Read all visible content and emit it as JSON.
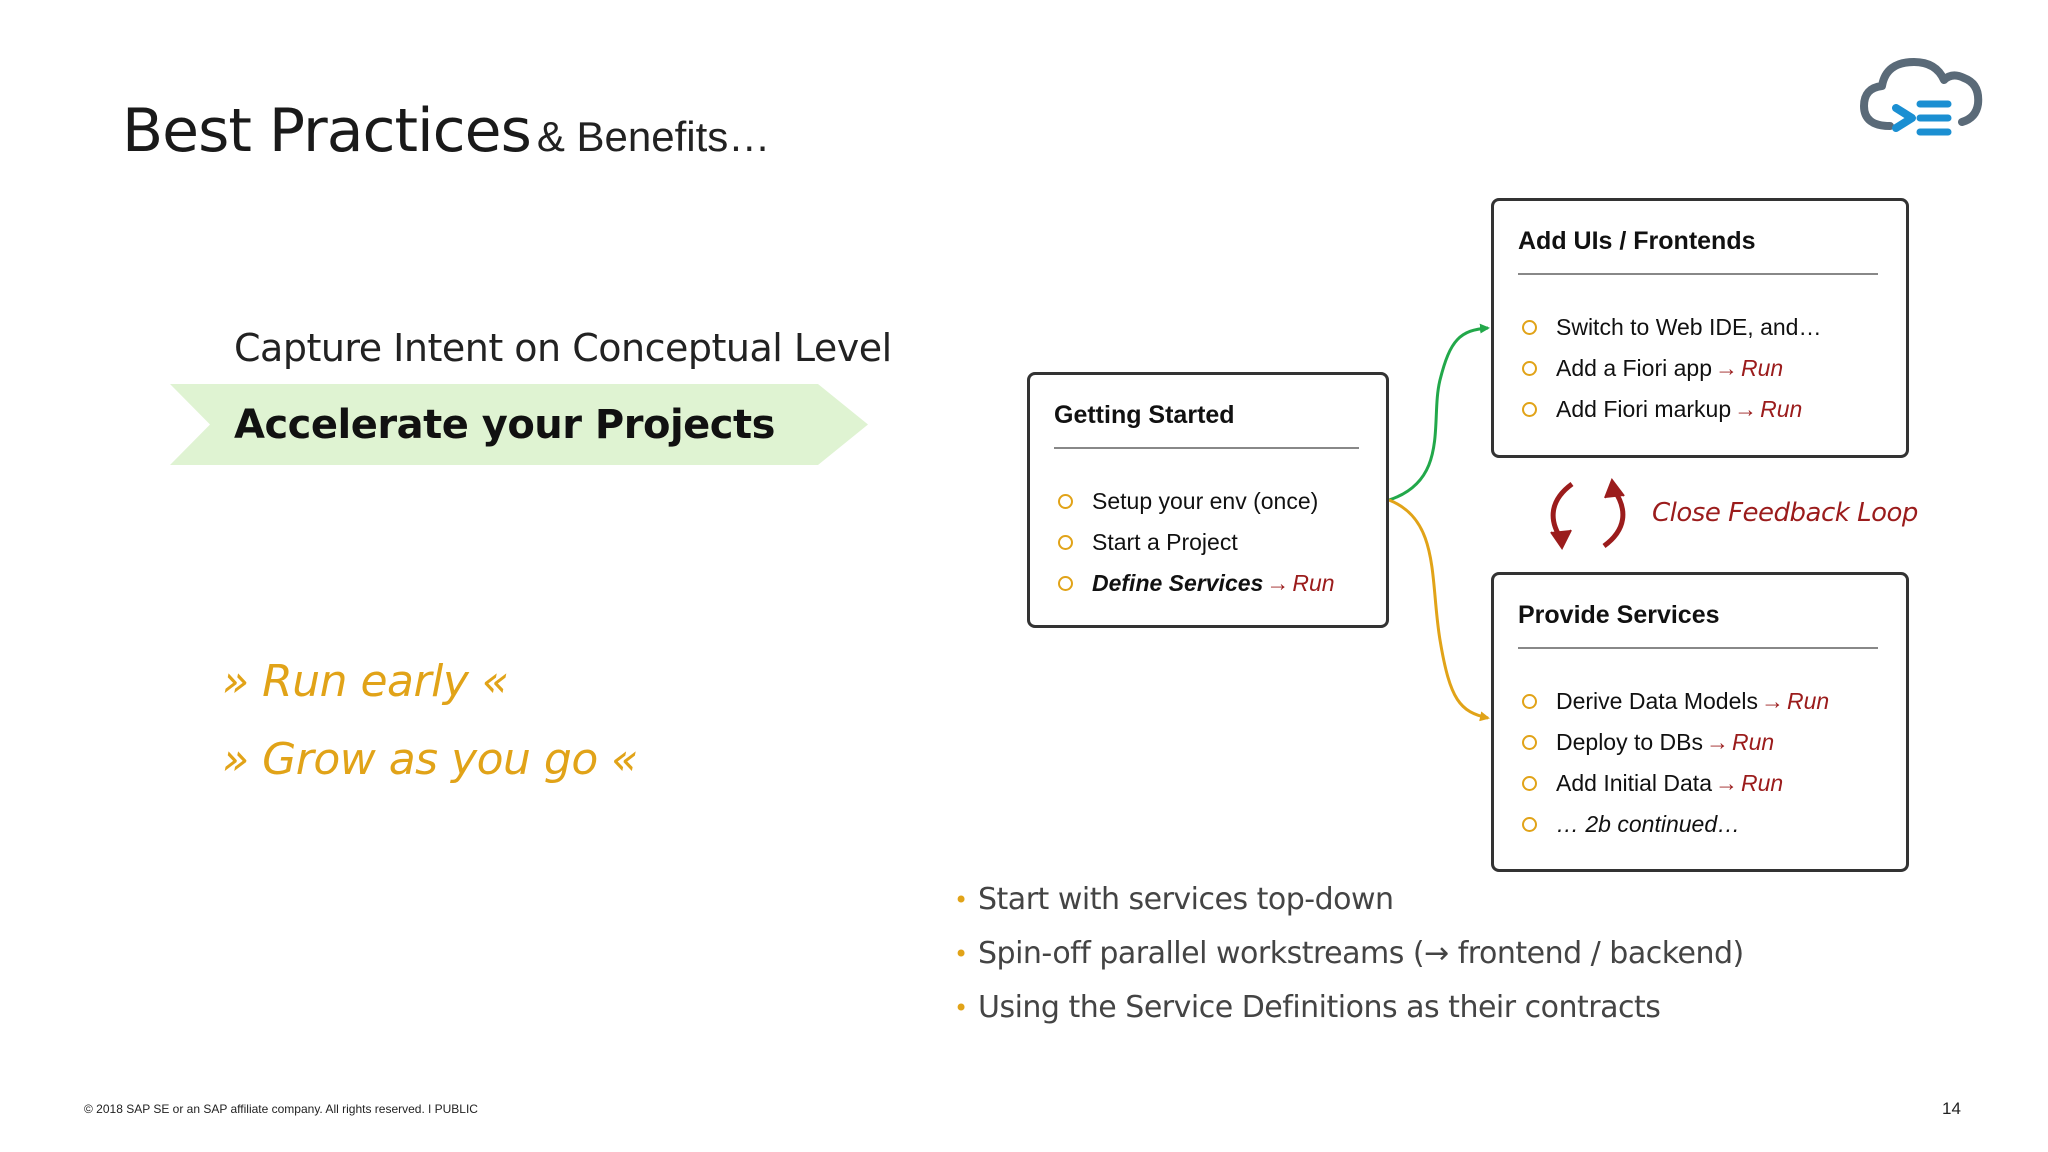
{
  "slide": {
    "title_main": "Best Practices",
    "title_sub": "& Benefits…",
    "capture_text": "Capture Intent on Conceptual Level",
    "accelerate_text": "Accelerate your Projects",
    "motto": [
      "» Run early «",
      "» Grow as you go «"
    ],
    "feedback_loop": "Close Feedback Loop",
    "arrow_glyph": "→",
    "run_label": "Run"
  },
  "getting_started": {
    "title": "Getting Started",
    "items": [
      "Setup your env (once)",
      "Start a Project",
      "Define Services"
    ]
  },
  "add_uis": {
    "title": "Add UIs / Frontends",
    "items": [
      "Switch to Web IDE, and…",
      "Add a Fiori app",
      "Add Fiori markup"
    ]
  },
  "provide_services": {
    "title": "Provide Services",
    "items": [
      "Derive Data Models",
      "Deploy to DBs",
      "Add Initial Data",
      "… 2b continued…"
    ]
  },
  "bullets": [
    "Start with services top-down",
    "Spin-off parallel workstreams (→ frontend / backend)",
    "Using the Service Definitions as their contracts"
  ],
  "footer": {
    "copyright": "© 2018 SAP SE or an SAP affiliate company. All rights reserved.  ǀ  PUBLIC",
    "page_number": "14"
  },
  "colors": {
    "accent_yellow": "#e1a318",
    "run_red": "#9b1c1c",
    "banner_green": "#dff3d2",
    "arrow_green": "#22a84a",
    "logo_gray": "#5a6a78",
    "logo_blue": "#1b8fd2"
  },
  "icons": {
    "logo": "cloud-terminal-icon",
    "bullet": "circle-outline-icon"
  }
}
